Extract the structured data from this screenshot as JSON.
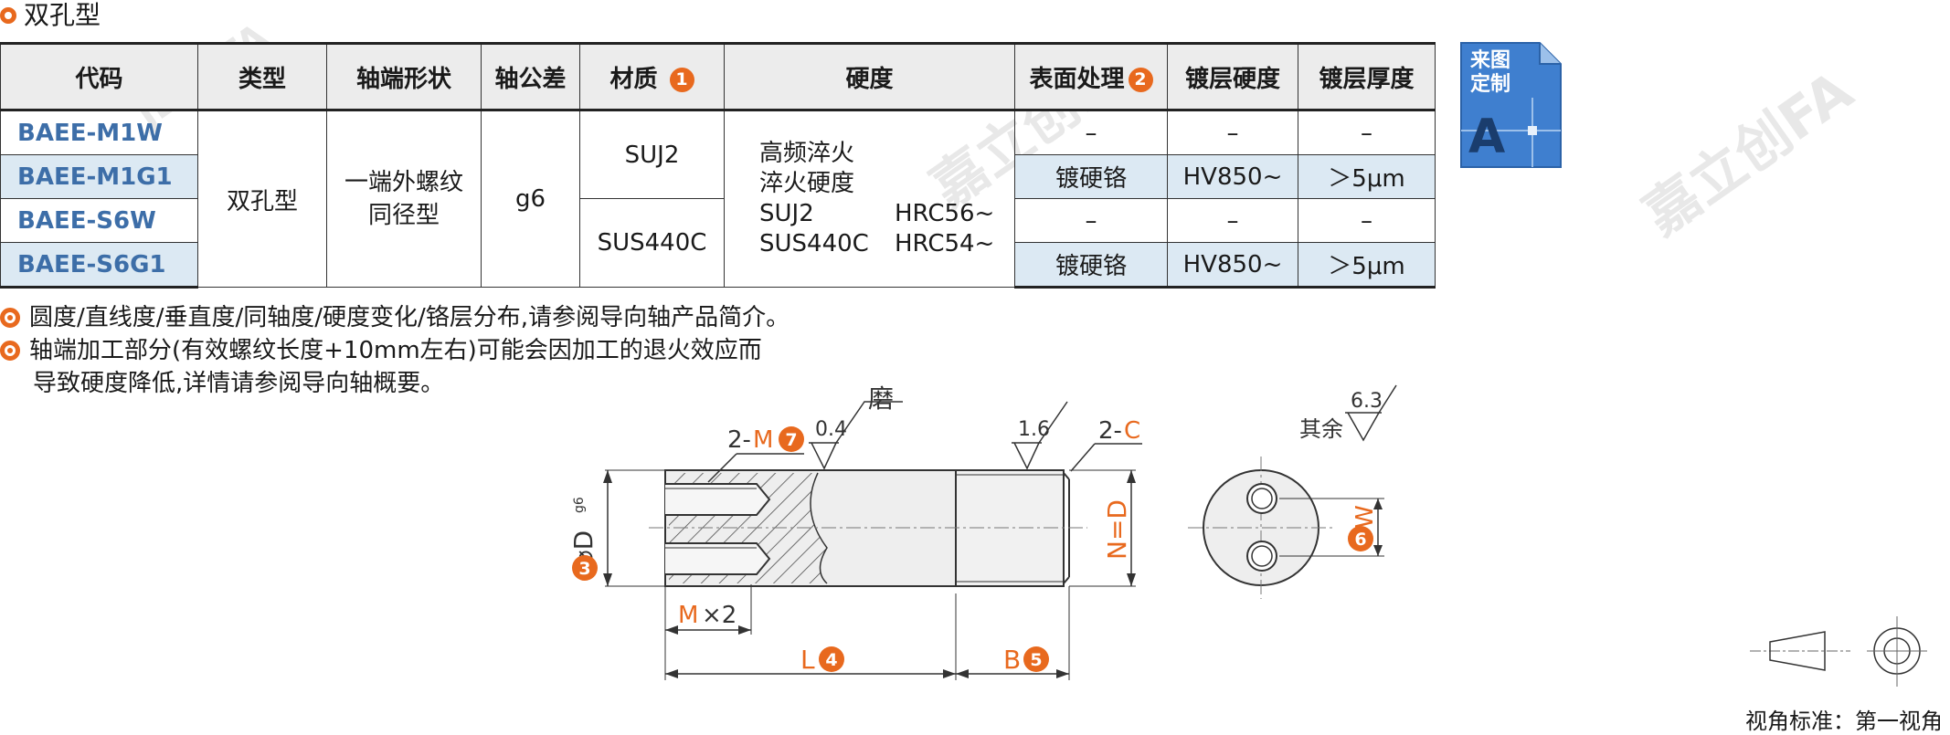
{
  "section_title": "双孔型",
  "table": {
    "headers": {
      "code": "代码",
      "type": "类型",
      "shaft_end_shape": "轴端形状",
      "shaft_tolerance": "轴公差",
      "material": "材质",
      "material_note": "1",
      "hardness": "硬度",
      "surface_treatment": "表面处理",
      "surface_note": "2",
      "plating_hardness": "镀层硬度",
      "plating_thickness": "镀层厚度"
    },
    "codes": [
      "BAEE-M1W",
      "BAEE-M1G1",
      "BAEE-S6W",
      "BAEE-S6G1"
    ],
    "type_value": "双孔型",
    "shaft_end_line1": "一端外螺纹",
    "shaft_end_line2": "同径型",
    "tolerance_value": "g6",
    "material_top": "SUJ2",
    "material_bottom": "SUS440C",
    "hardness_line1": "高频淬火",
    "hardness_line2": "淬火硬度",
    "hardness_line3a": "SUJ2",
    "hardness_line3b": "HRC56~",
    "hardness_line4a": "SUS440C",
    "hardness_line4b": "HRC54~",
    "rows": [
      {
        "surface": "–",
        "plating_hardness": "–",
        "plating_thickness": "–"
      },
      {
        "surface": "镀硬铬",
        "plating_hardness": "HV850~",
        "plating_thickness": "＞5μm"
      },
      {
        "surface": "–",
        "plating_hardness": "–",
        "plating_thickness": "–"
      },
      {
        "surface": "镀硬铬",
        "plating_hardness": "HV850~",
        "plating_thickness": "＞5μm"
      }
    ]
  },
  "notes": [
    "圆度/直线度/垂直度/同轴度/硬度变化/铬层分布,请参阅导向轴产品简介。",
    "轴端加工部分(有效螺纹长度+10mm左右)可能会因加工的退火效应而",
    "导致硬度降低,详情请参阅导向轴概要。"
  ],
  "custom_badge": {
    "line1": "来图",
    "line2": "定制",
    "letter": "A"
  },
  "drawing": {
    "grind": "磨",
    "ra_04": "0.4",
    "ra_16": "1.6",
    "ra_63": "6.3",
    "rest": "其余",
    "two": "2-",
    "m": "M",
    "c": "C",
    "phi_d": "⌀D",
    "g6": "g6",
    "n_eq_d": "N=D",
    "mx2_m": "M",
    "mx2_x": "×2",
    "l": "L",
    "b": "B",
    "w": "W",
    "badge3": "3",
    "badge4": "4",
    "badge5": "5",
    "badge6": "6",
    "badge7": "7"
  },
  "view_standard": "视角标准：第一视角",
  "watermark_text": "嘉立创FA",
  "watermark_logo": "JLC@FA",
  "colors": {
    "accent": "#e8691e",
    "code_blue": "#3d6ea8",
    "row_blue": "#dce9f3",
    "badge_blue": "#3f7fcf"
  }
}
